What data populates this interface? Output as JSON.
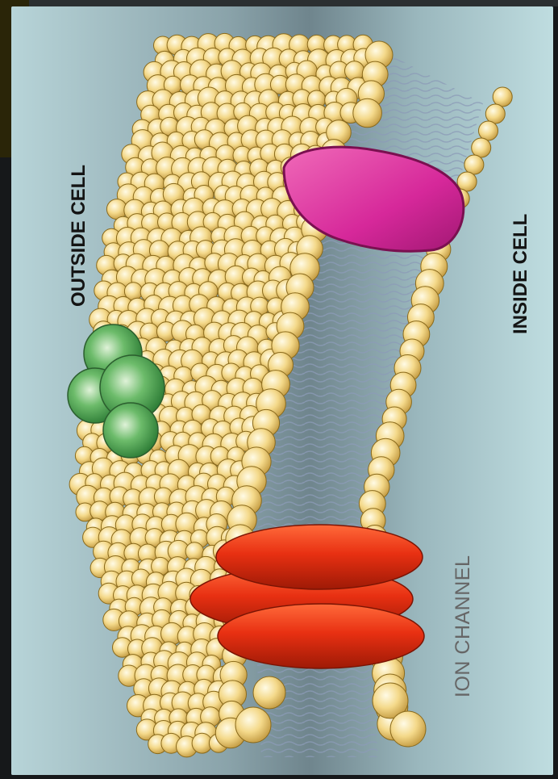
{
  "labels": {
    "outside_cell": "OUTSIDE CELL",
    "inside_cell": "INSIDE CELL",
    "ion_channel": "ION CHANNEL"
  },
  "colors": {
    "background": "#9fc6cd",
    "phospholipid_head": "#f4d98a",
    "phospholipid_outline": "#8a6a1c",
    "ion_channel": "#e83012",
    "peripheral_protein": "#d6289a",
    "glycoprotein": "#3f9a48",
    "lipid_tails": "#7a8aa4"
  },
  "components": [
    "outer phospholipid layer",
    "inner phospholipid layer",
    "lipid tails",
    "ion channel",
    "peripheral protein",
    "glycoprotein cluster"
  ]
}
